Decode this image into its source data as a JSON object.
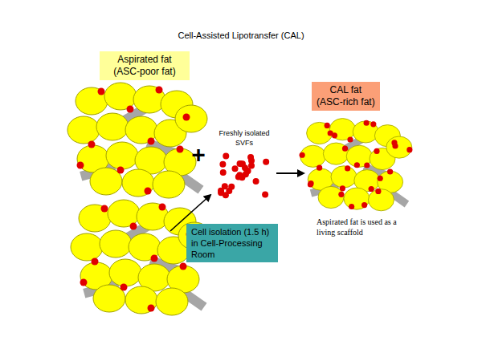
{
  "diagram": {
    "title": "Cell-Assisted Lipotransfer (CAL)",
    "nodes": [
      {
        "text": [
          "Aspirated fat",
          "(ASC-poor fat)"
        ]
      },
      {
        "text": [
          "CAL fat",
          "(ASC-rich fat)"
        ]
      },
      {
        "text": [
          "Cell isolation (1.5 h) in Cell-Processing Room"
        ]
      }
    ],
    "labels": [
      "+",
      "Freshly isolated SVFs",
      "Aspirated fat is used as a living scaffold"
    ]
  }
}
